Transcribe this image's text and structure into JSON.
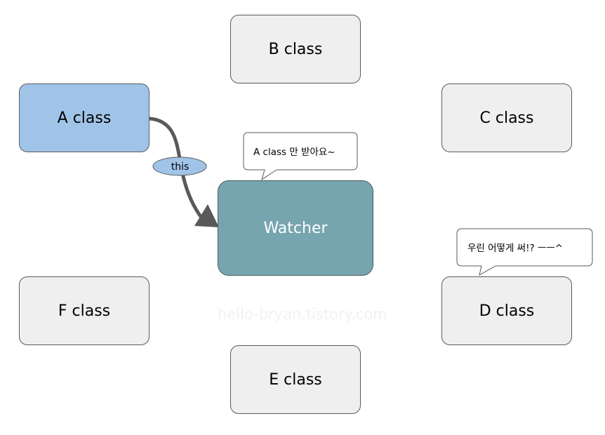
{
  "nodes": {
    "a": "A class",
    "b": "B class",
    "c": "C class",
    "d": "D class",
    "e": "E class",
    "f": "F class",
    "watcher": "Watcher"
  },
  "edge": {
    "label": "this"
  },
  "callouts": {
    "watcher": "A class 만 받아요~",
    "d_class": "우린 어떻게 써!? ㅡㅡ^"
  },
  "watermark": "hello-bryan.tistory.com",
  "colors": {
    "default_fill": "#efefef",
    "a_class_fill": "#a0c4e8",
    "watcher_fill": "#76a5af",
    "arrow": "#595959",
    "edge_label_fill": "#a0c4e8"
  }
}
